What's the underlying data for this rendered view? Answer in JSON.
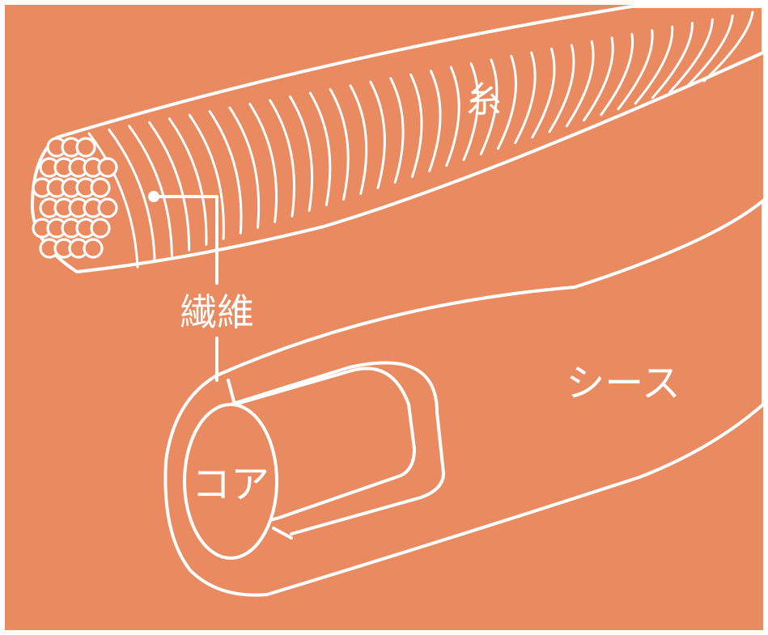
{
  "labels": {
    "yarn": "糸",
    "fiber": "繊維",
    "sheath": "シース",
    "core": "コア"
  },
  "colors": {
    "background": "#e98a60",
    "line": "#ffffff",
    "frame": "#ffffff"
  }
}
